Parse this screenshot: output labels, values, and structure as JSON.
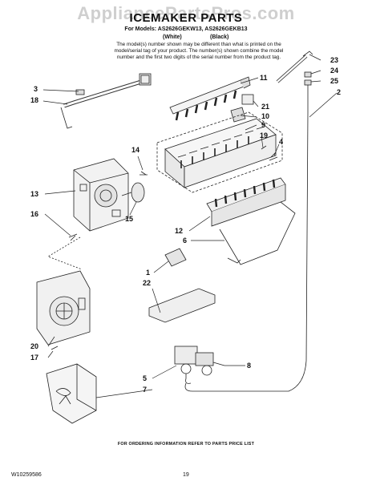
{
  "watermark": "AppliancePartsPros.com",
  "title": "ICEMAKER PARTS",
  "models_line": "For Models: AS2626GEKW13, AS2626GEKB13",
  "color_white": "(White)",
  "color_black": "(Black)",
  "note_line1": "The model(s) number shown may be different than what is printed on the",
  "note_line2": "model/serial tag of your product. The number(s) shown combine the model",
  "note_line3": "number and the first two digits of the serial number from the product tag.",
  "callouts": {
    "c3": "3",
    "c18": "18",
    "c11": "11",
    "c21": "21",
    "c10": "10",
    "c9": "9",
    "c19": "19",
    "c4": "4",
    "c14": "14",
    "c13": "13",
    "c15": "15",
    "c16": "16",
    "c12": "12",
    "c6": "6",
    "c1": "1",
    "c22": "22",
    "c20": "20",
    "c17": "17",
    "c5": "5",
    "c7": "7",
    "c8": "8",
    "c23": "23",
    "c24": "24",
    "c25": "25",
    "c2": "2"
  },
  "footer": "FOR ORDERING INFORMATION REFER TO PARTS PRICE LIST",
  "part_number": "W10259586",
  "page_number": "19"
}
